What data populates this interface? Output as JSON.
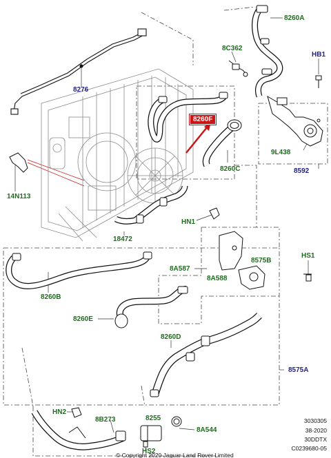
{
  "diagram": {
    "callouts": {
      "c8260A": "8260A",
      "c8276": "8276",
      "c8C362": "8C362",
      "cHB1": "HB1",
      "c8260F": "8260F",
      "c9L438": "9L438",
      "c8592": "8592",
      "c14N113": "14N113",
      "c8260C": "8260C",
      "cHN1": "HN1",
      "c18472": "18472",
      "cHS1": "HS1",
      "c8A587": "8A587",
      "c8575B": "8575B",
      "c8A588": "8A588",
      "c8260B": "8260B",
      "c8260E": "8260E",
      "c8260D": "8260D",
      "c8575A": "8575A",
      "cHN2": "HN2",
      "c8B273": "8B273",
      "c8255": "8255",
      "c8A544": "8A544",
      "cHS2": "HS2"
    },
    "colors": {
      "part_label": "#1f6b1f",
      "assembly_label": "#22228a",
      "highlight": "#cc1414"
    },
    "reference": {
      "line1": "3030305",
      "line2": "38-2020",
      "line3": "30DDTX",
      "line4": "C0239680-05"
    },
    "copyright": "© Copyright 2020 Jaguar Land Rover Limited"
  }
}
